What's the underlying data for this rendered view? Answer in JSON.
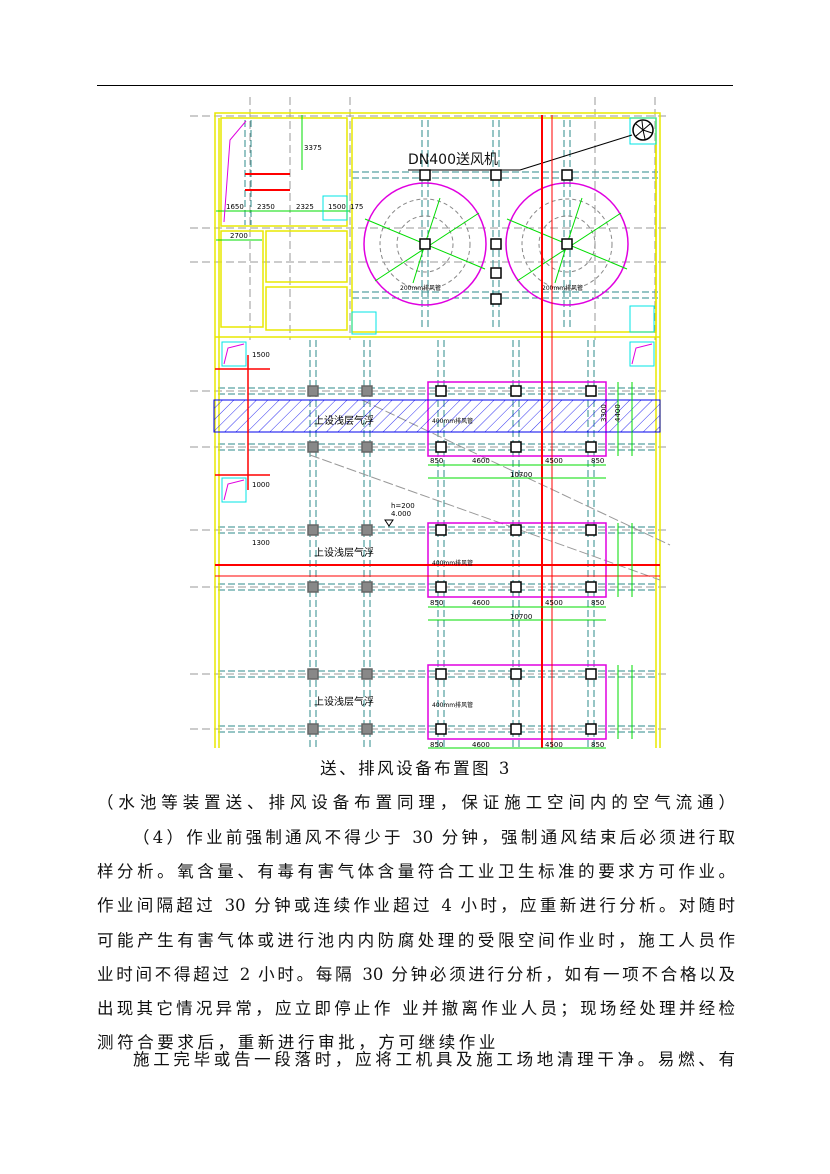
{
  "drawing": {
    "fan_label": "DN400送风机",
    "tank_label": "上设浅层气浮",
    "duct_label_top": "200mm排风管",
    "duct_label_mid": "400mm排风管",
    "dims": {
      "d1650": "1650",
      "d2350": "2350",
      "d2325": "2325",
      "d1500": "1500",
      "d175": "175",
      "d2700": "2700",
      "d3375": "3375",
      "d850": "850",
      "d4600": "4600",
      "d4500": "4500",
      "d10700": "10700",
      "d3300": "3300",
      "d4400": "4400",
      "d1000": "1000",
      "d1300": "1300",
      "h200": "h=200",
      "elev": "4.000"
    },
    "colors": {
      "structure": "#e8e800",
      "grid": "#2e8b8b",
      "duct": "#e000e0",
      "dim": "#00dd00",
      "pipe": "#ff0000",
      "hatch": "#0000ee"
    }
  },
  "caption": "送、排风设备布置图 3",
  "note": "（水池等装置送、排风设备布置同理，保证施工空间内的空气流通）",
  "paragraph1": [
    "（4）作业前强制通风不得少于 30 分钟，强制通风结束后必须进行取",
    "样分析。氧含量、有毒有害气体含量符合工业卫生标准的要求方可作业。",
    "作业间隔超过 30 分钟或连续作业超过 4 小时，应重新进行分析。对随时",
    "可能产生有害气体或进行池内内防腐处理的受限空间作业时，施工人员作",
    "业时间不得超过 2 小时。每隔 30 分钟必须进行分析，如有一项不合格以及",
    "出现其它情况异常，应立即停止作 业并撤离作业人员；现场经处理并经检",
    "测符合要求后，重新进行审批，方可继续作业"
  ],
  "paragraph2": [
    "施工完毕或告一段落时，应将工机具及施工场地清理干净。易燃、有"
  ]
}
